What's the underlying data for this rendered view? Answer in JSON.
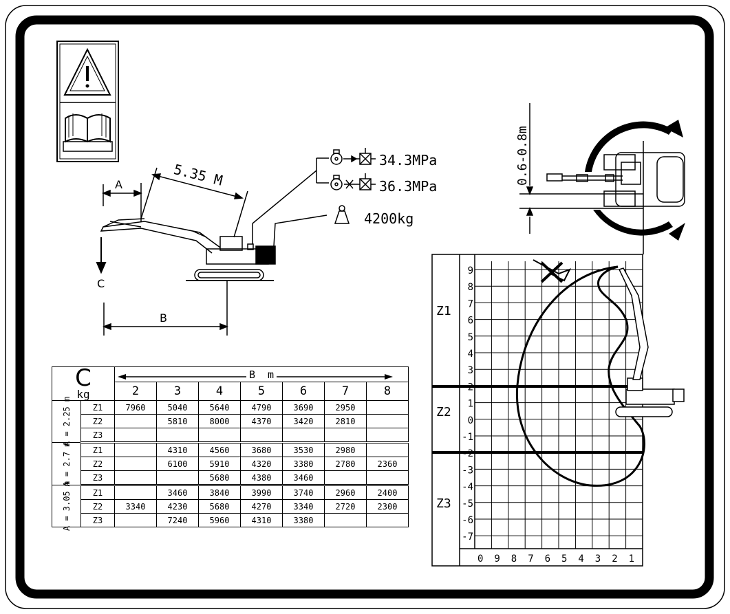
{
  "pressure": {
    "p1": "34.3MPa",
    "p2": "36.3MPa",
    "weight": "4200kg"
  },
  "boom": {
    "length": "5.35 M",
    "labelA": "A",
    "labelB": "B",
    "labelC": "C"
  },
  "track_gap": "0.6-0.8m",
  "table": {
    "corner_symbol": "C",
    "corner_unit": "kg",
    "b_header": "B  m",
    "columns": [
      "2",
      "3",
      "4",
      "5",
      "6",
      "7",
      "8"
    ],
    "groups": [
      {
        "label": "A = 2.25 m",
        "rows": [
          {
            "zone": "Z1",
            "values": [
              "7960",
              "5040",
              "5640",
              "4790",
              "3690",
              "2950",
              ""
            ]
          },
          {
            "zone": "Z2",
            "values": [
              "",
              "5810",
              "8000",
              "4370",
              "3420",
              "2810",
              ""
            ]
          },
          {
            "zone": "Z3",
            "values": [
              "",
              "",
              "",
              "",
              "",
              "",
              ""
            ]
          }
        ]
      },
      {
        "label": "A = 2.7 m",
        "rows": [
          {
            "zone": "Z1",
            "values": [
              "",
              "4310",
              "4560",
              "3680",
              "3530",
              "2980",
              ""
            ]
          },
          {
            "zone": "Z2",
            "values": [
              "",
              "6100",
              "5910",
              "4320",
              "3380",
              "2780",
              "2360"
            ]
          },
          {
            "zone": "Z3",
            "values": [
              "",
              "",
              "5680",
              "4380",
              "3460",
              "",
              ""
            ]
          }
        ]
      },
      {
        "label": "A = 3.05 m",
        "rows": [
          {
            "zone": "Z1",
            "values": [
              "",
              "3460",
              "3840",
              "3990",
              "3740",
              "2960",
              "2400"
            ]
          },
          {
            "zone": "Z2",
            "values": [
              "3340",
              "4230",
              "5680",
              "4270",
              "3340",
              "2720",
              "2300"
            ]
          },
          {
            "zone": "Z3",
            "values": [
              "",
              "7240",
              "5960",
              "4310",
              "3380",
              "",
              ""
            ]
          }
        ]
      }
    ]
  },
  "grid": {
    "zones": [
      "Z1",
      "Z2",
      "Z3"
    ],
    "y_ticks": [
      "9",
      "8",
      "7",
      "6",
      "5",
      "4",
      "3",
      "2",
      "1",
      "0",
      "-1",
      "-2",
      "-3",
      "-4",
      "-5",
      "-6",
      "-7"
    ],
    "x_ticks": [
      "0",
      "9",
      "8",
      "7",
      "6",
      "5",
      "4",
      "3",
      "2",
      "1"
    ]
  }
}
